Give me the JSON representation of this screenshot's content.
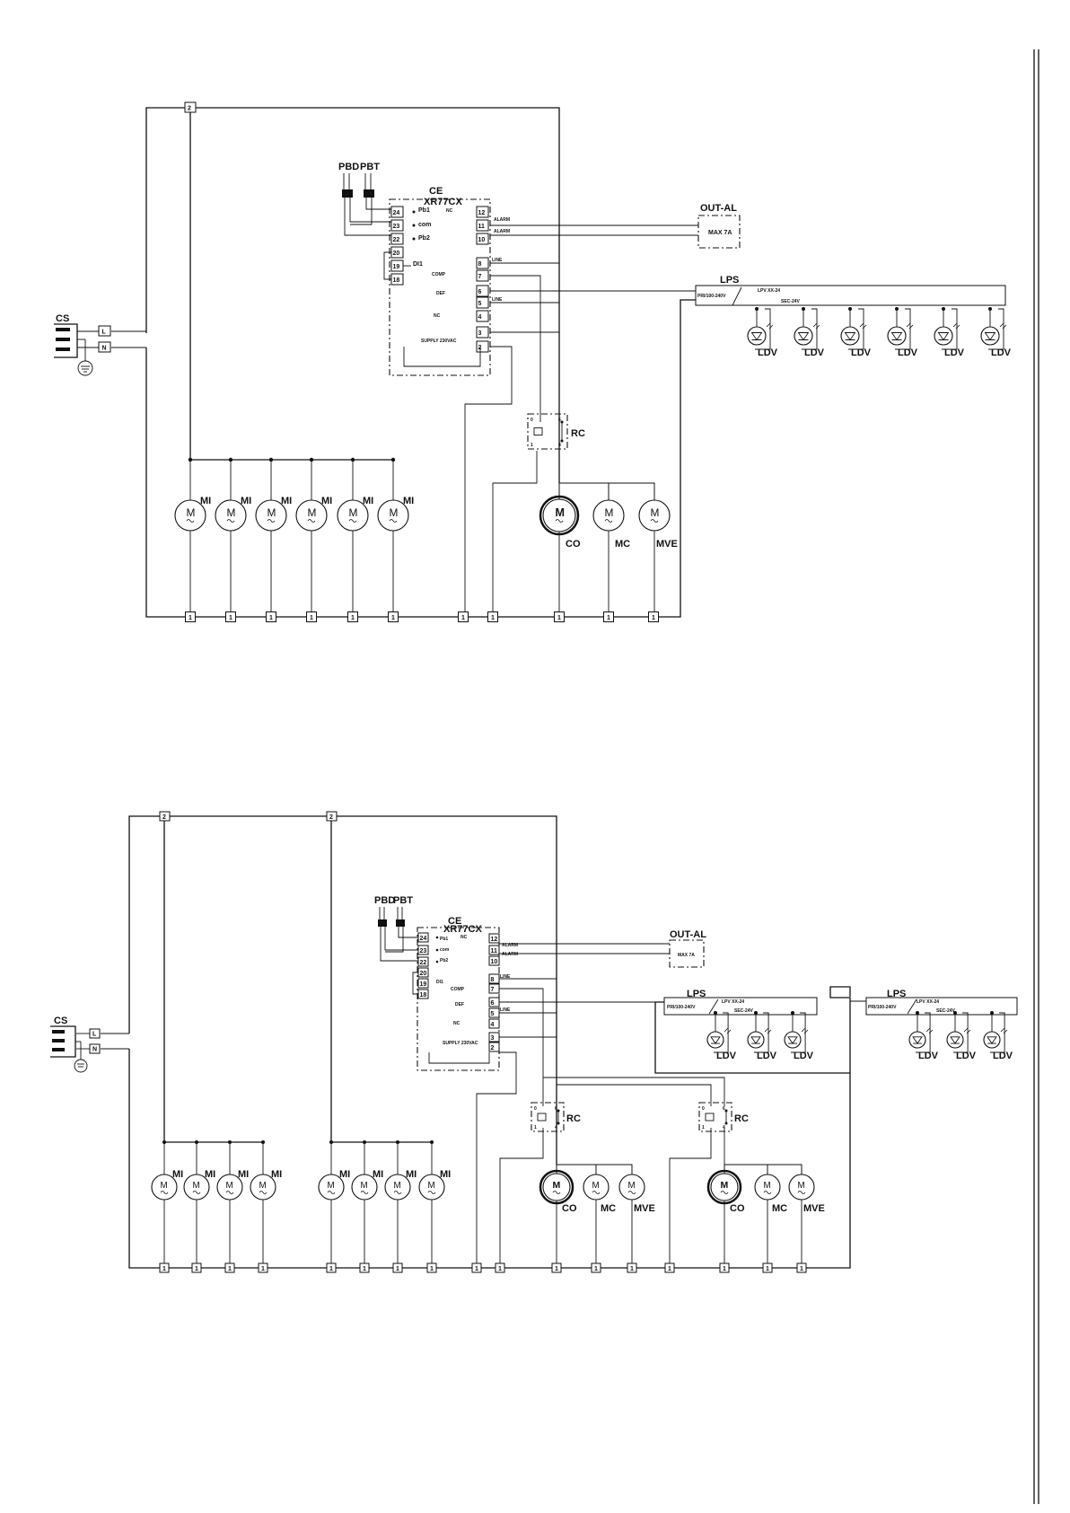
{
  "labels": {
    "power_supply": "CS",
    "line": "L",
    "neutral": "N",
    "probe_defrost": "PBD",
    "probe_temp": "PBT",
    "controller": "CE",
    "controller_model": "XR77CX",
    "out_alarm": "OUT-AL",
    "max_rating": "MAX 7A",
    "alarm": "ALARM",
    "line_label": "LINE",
    "nc_label": "NC",
    "comp": "COMP",
    "def": "DEF",
    "supply": "SUPPLY 230VAC",
    "pb1": "Pb1",
    "com": "com",
    "pb2": "Pb2",
    "di1": "DI1",
    "led_supply": "LPS",
    "led_supply_model": "LPV XX-24",
    "led_primary": "PRI/100-240V",
    "led_secondary": "SEC-24V",
    "led": "LDV",
    "relay": "RC",
    "motor_symbol": "M",
    "fan_motor": "MI",
    "compressor": "CO",
    "condenser_fan": "MC",
    "vent_fan": "MVE",
    "terminal_one": "1",
    "terminal_two": "2"
  },
  "controller_terminals": {
    "left": [
      "24",
      "23",
      "22",
      "20",
      "19",
      "18"
    ],
    "right": [
      "12",
      "11",
      "10",
      "8",
      "7",
      "6",
      "5",
      "4",
      "3",
      "2"
    ]
  },
  "relay_contacts": [
    "0",
    "6",
    "1",
    "4"
  ]
}
